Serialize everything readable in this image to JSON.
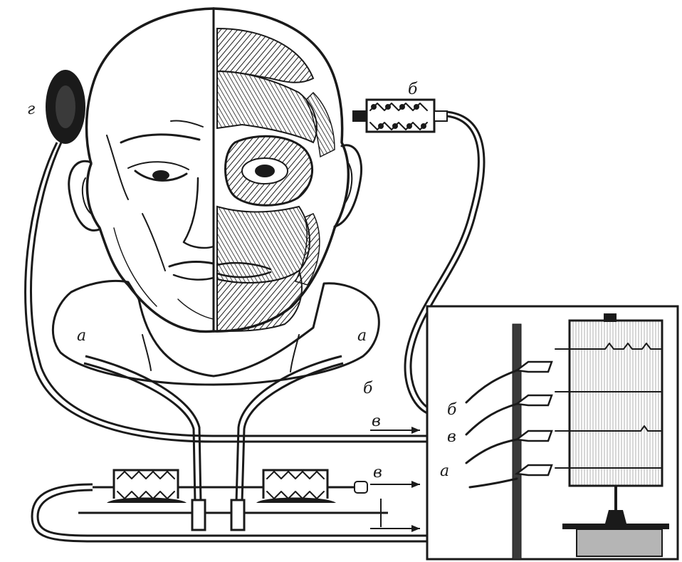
{
  "diagram": {
    "labels": {
      "earpiece": "г",
      "upper_valve": "б",
      "mask_left": "а",
      "mask_right": "а",
      "lead_right": "б",
      "arrow_upper": "в",
      "arrow_middle": "в",
      "recorder_1": "б",
      "recorder_2": "в",
      "recorder_3": "а"
    },
    "colors": {
      "ink": "#1a1a1a",
      "paper": "#ffffff",
      "shade": "#8a8a8a"
    }
  }
}
